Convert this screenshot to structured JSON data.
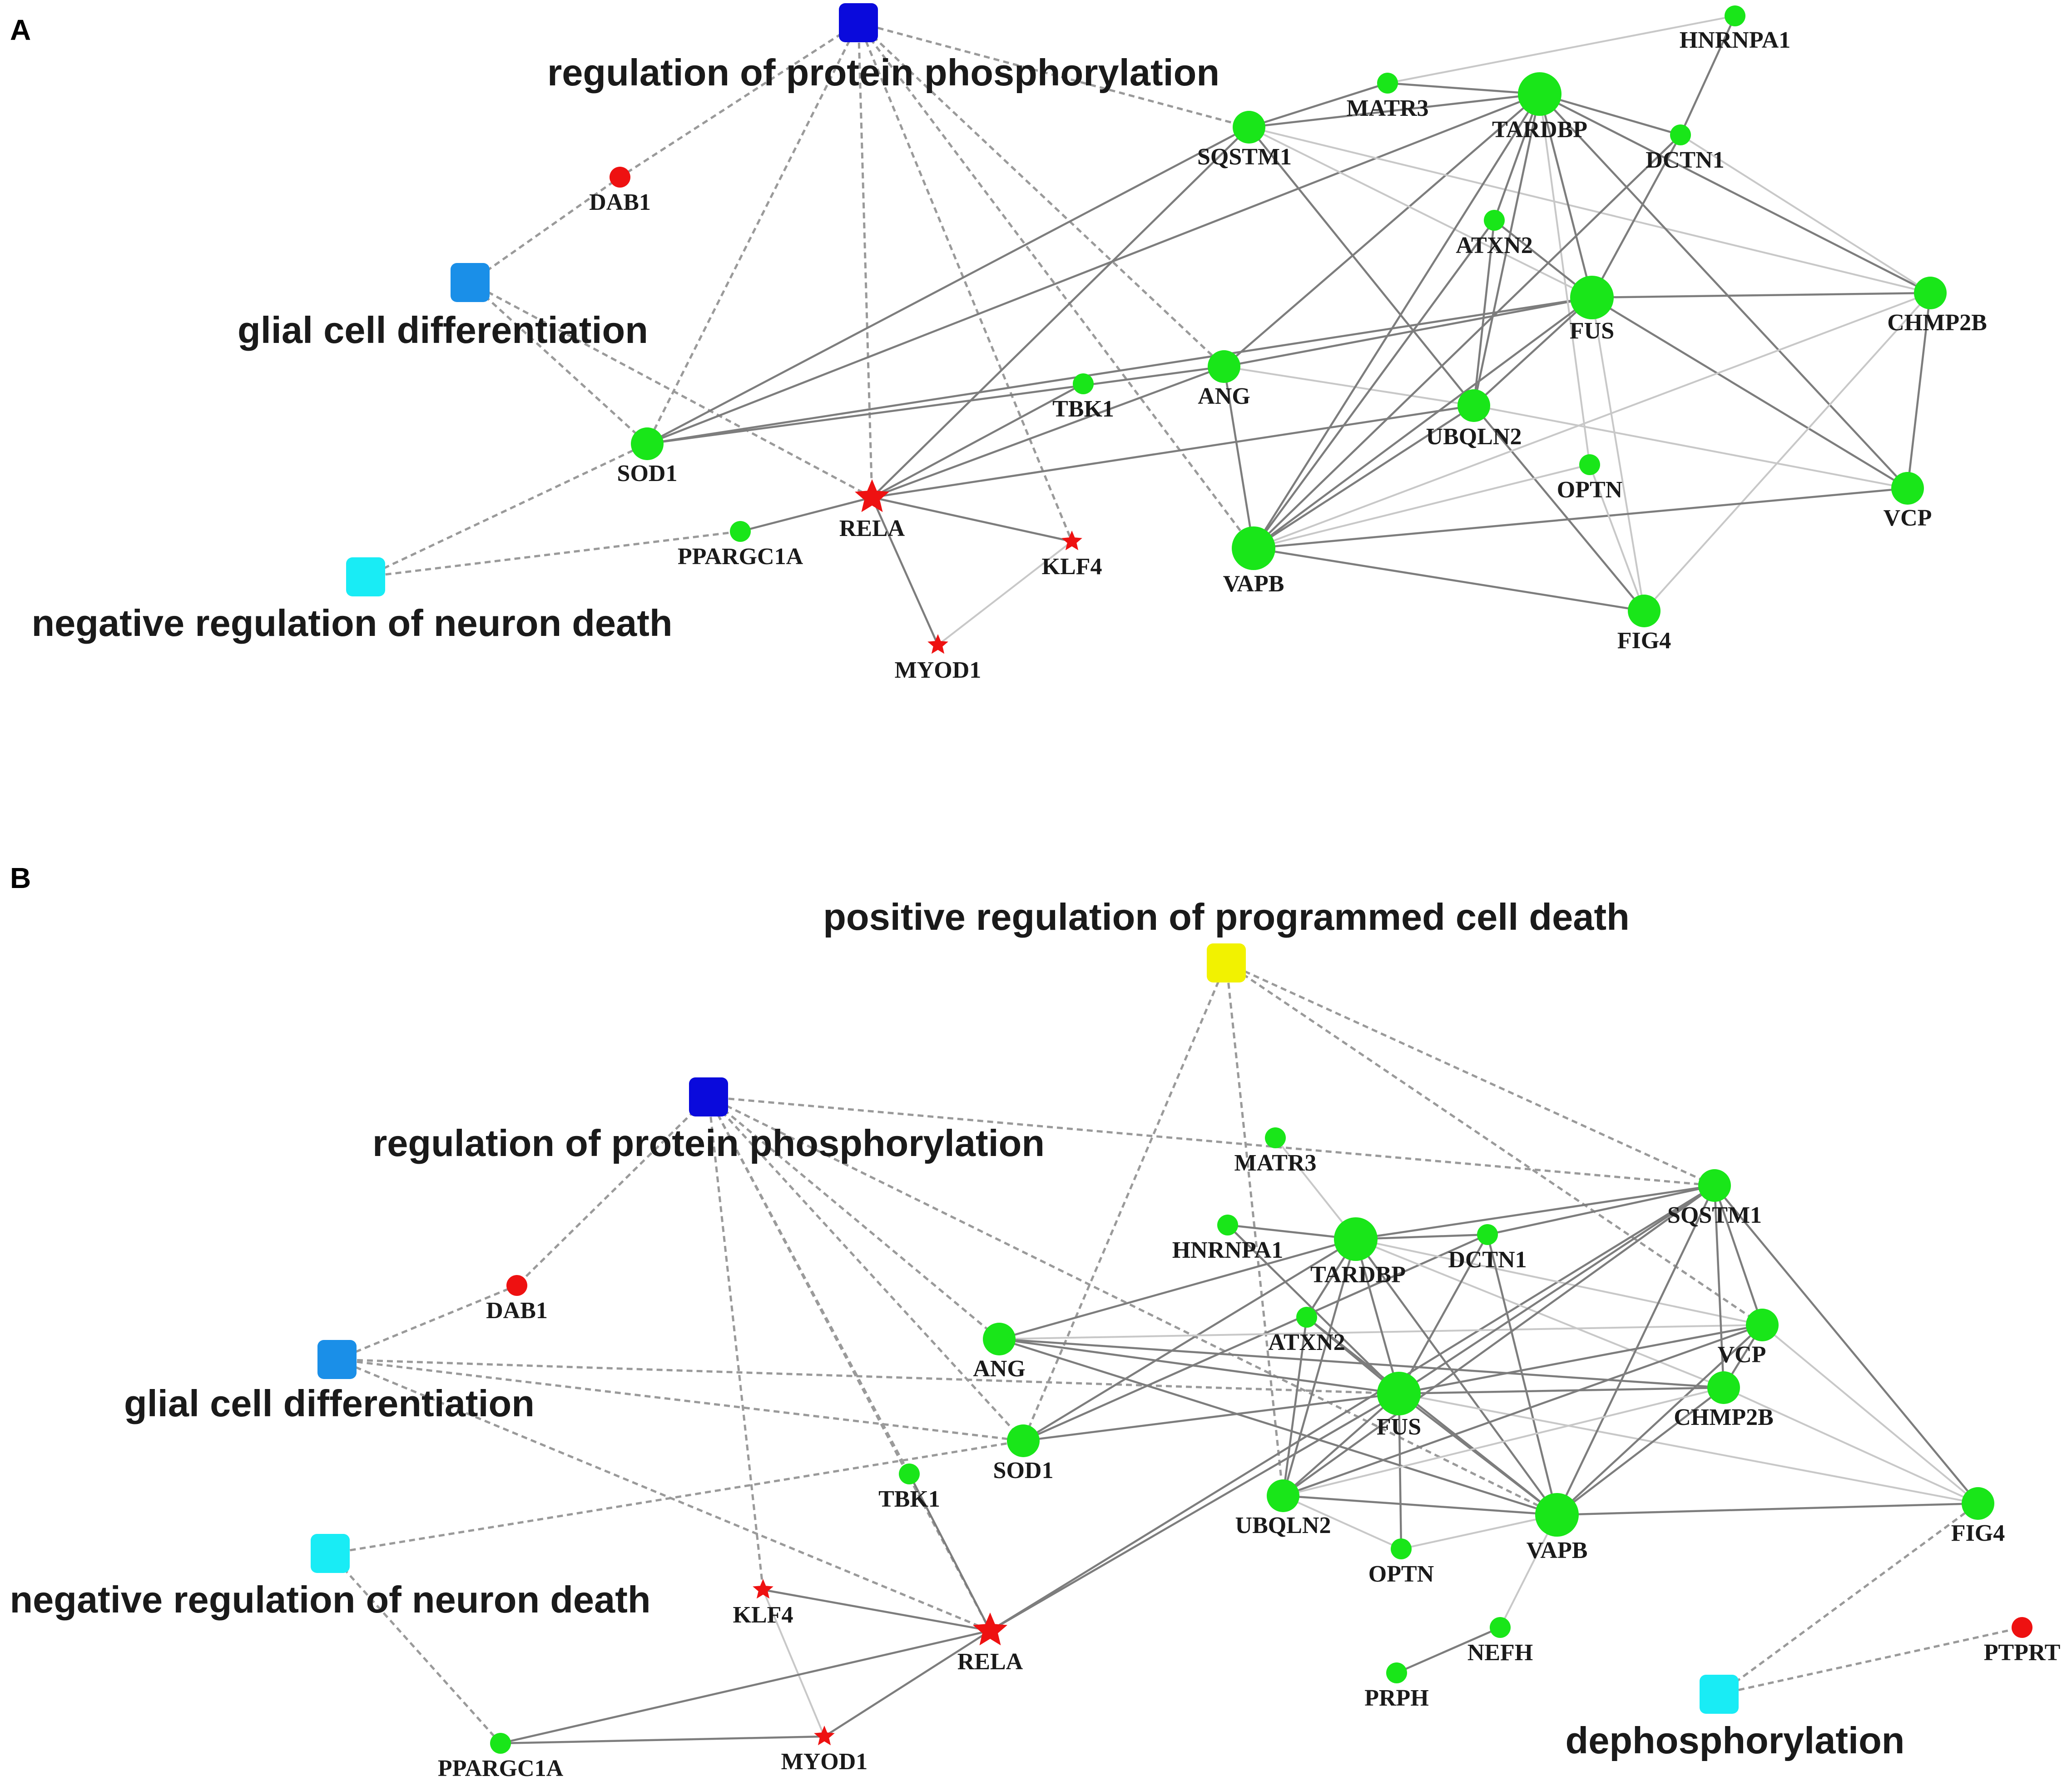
{
  "colors": {
    "green_node": "#19e619",
    "red_node": "#ee1111",
    "blue_term": "#0a0adc",
    "mid_blue_term": "#1a8fe8",
    "cyan_term": "#19ecf5",
    "yellow_term": "#f2f200"
  },
  "panels": [
    {
      "id": "A",
      "letter": "A",
      "nodes": [
        {
          "id": "t_rpp",
          "label": "regulation of protein phosphorylation",
          "kind": "term",
          "color": "blue_term"
        },
        {
          "id": "t_gcd",
          "label": "glial cell differentiation",
          "kind": "term",
          "color": "mid_blue_term"
        },
        {
          "id": "t_nrnd",
          "label": "negative regulation of neuron death",
          "kind": "term",
          "color": "cyan_term"
        },
        {
          "id": "DAB1",
          "label": "DAB1",
          "kind": "circle",
          "color": "red_node",
          "size": "s"
        },
        {
          "id": "SOD1",
          "label": "SOD1",
          "kind": "circle",
          "color": "green_node",
          "size": "m"
        },
        {
          "id": "PPARGC1A",
          "label": "PPARGC1A",
          "kind": "circle",
          "color": "green_node",
          "size": "s"
        },
        {
          "id": "RELA",
          "label": "RELA",
          "kind": "star",
          "color": "red_node",
          "size": "l"
        },
        {
          "id": "KLF4",
          "label": "KLF4",
          "kind": "star",
          "color": "red_node",
          "size": "s"
        },
        {
          "id": "MYOD1",
          "label": "MYOD1",
          "kind": "star",
          "color": "red_node",
          "size": "s"
        },
        {
          "id": "TBK1",
          "label": "TBK1",
          "kind": "circle",
          "color": "green_node",
          "size": "s"
        },
        {
          "id": "ANG",
          "label": "ANG",
          "kind": "circle",
          "color": "green_node",
          "size": "m"
        },
        {
          "id": "SQSTM1",
          "label": "SQSTM1",
          "kind": "circle",
          "color": "green_node",
          "size": "m"
        },
        {
          "id": "MATR3",
          "label": "MATR3",
          "kind": "circle",
          "color": "green_node",
          "size": "s"
        },
        {
          "id": "TARDBP",
          "label": "TARDBP",
          "kind": "circle",
          "color": "green_node",
          "size": "l"
        },
        {
          "id": "HNRNPA1",
          "label": "HNRNPA1",
          "kind": "circle",
          "color": "green_node",
          "size": "s"
        },
        {
          "id": "DCTN1",
          "label": "DCTN1",
          "kind": "circle",
          "color": "green_node",
          "size": "s"
        },
        {
          "id": "ATXN2",
          "label": "ATXN2",
          "kind": "circle",
          "color": "green_node",
          "size": "s"
        },
        {
          "id": "FUS",
          "label": "FUS",
          "kind": "circle",
          "color": "green_node",
          "size": "l"
        },
        {
          "id": "CHMP2B",
          "label": "CHMP2B",
          "kind": "circle",
          "color": "green_node",
          "size": "m"
        },
        {
          "id": "UBQLN2",
          "label": "UBQLN2",
          "kind": "circle",
          "color": "green_node",
          "size": "m"
        },
        {
          "id": "OPTN",
          "label": "OPTN",
          "kind": "circle",
          "color": "green_node",
          "size": "s"
        },
        {
          "id": "VCP",
          "label": "VCP",
          "kind": "circle",
          "color": "green_node",
          "size": "m"
        },
        {
          "id": "VAPB",
          "label": "VAPB",
          "kind": "circle",
          "color": "green_node",
          "size": "l"
        },
        {
          "id": "FIG4",
          "label": "FIG4",
          "kind": "circle",
          "color": "green_node",
          "size": "m"
        }
      ],
      "edges": [
        [
          "t_rpp",
          "DAB1",
          "term"
        ],
        [
          "t_rpp",
          "SOD1",
          "term"
        ],
        [
          "t_rpp",
          "RELA",
          "term"
        ],
        [
          "t_rpp",
          "KLF4",
          "term"
        ],
        [
          "t_rpp",
          "SQSTM1",
          "term"
        ],
        [
          "t_rpp",
          "ANG",
          "term"
        ],
        [
          "t_rpp",
          "VAPB",
          "term"
        ],
        [
          "t_gcd",
          "DAB1",
          "term"
        ],
        [
          "t_gcd",
          "SOD1",
          "term"
        ],
        [
          "t_gcd",
          "RELA",
          "term"
        ],
        [
          "t_nrnd",
          "SOD1",
          "term"
        ],
        [
          "t_nrnd",
          "PPARGC1A",
          "term"
        ],
        [
          "PPARGC1A",
          "RELA",
          "ppi"
        ],
        [
          "RELA",
          "KLF4",
          "ppi"
        ],
        [
          "RELA",
          "MYOD1",
          "ppi"
        ],
        [
          "KLF4",
          "MYOD1",
          "light"
        ],
        [
          "RELA",
          "SQSTM1",
          "ppi"
        ],
        [
          "RELA",
          "TBK1",
          "ppi"
        ],
        [
          "RELA",
          "ANG",
          "ppi"
        ],
        [
          "RELA",
          "UBQLN2",
          "ppi"
        ],
        [
          "SOD1",
          "SQSTM1",
          "ppi"
        ],
        [
          "SOD1",
          "TARDBP",
          "ppi"
        ],
        [
          "SOD1",
          "ANG",
          "ppi"
        ],
        [
          "SOD1",
          "FUS",
          "ppi"
        ],
        [
          "ANG",
          "VAPB",
          "ppi"
        ],
        [
          "ANG",
          "UBQLN2",
          "light"
        ],
        [
          "ANG",
          "FUS",
          "ppi"
        ],
        [
          "ANG",
          "TARDBP",
          "ppi"
        ],
        [
          "SQSTM1",
          "MATR3",
          "ppi"
        ],
        [
          "SQSTM1",
          "TARDBP",
          "ppi"
        ],
        [
          "SQSTM1",
          "UBQLN2",
          "ppi"
        ],
        [
          "SQSTM1",
          "FUS",
          "light"
        ],
        [
          "SQSTM1",
          "CHMP2B",
          "light"
        ],
        [
          "MATR3",
          "TARDBP",
          "ppi"
        ],
        [
          "MATR3",
          "HNRNPA1",
          "light"
        ],
        [
          "HNRNPA1",
          "DCTN1",
          "ppi"
        ],
        [
          "TARDBP",
          "DCTN1",
          "ppi"
        ],
        [
          "TARDBP",
          "ATXN2",
          "ppi"
        ],
        [
          "TARDBP",
          "FUS",
          "ppi"
        ],
        [
          "TARDBP",
          "UBQLN2",
          "ppi"
        ],
        [
          "TARDBP",
          "VAPB",
          "ppi"
        ],
        [
          "TARDBP",
          "CHMP2B",
          "ppi"
        ],
        [
          "TARDBP",
          "VCP",
          "ppi"
        ],
        [
          "TARDBP",
          "OPTN",
          "light"
        ],
        [
          "DCTN1",
          "CHMP2B",
          "light"
        ],
        [
          "DCTN1",
          "VAPB",
          "ppi"
        ],
        [
          "DCTN1",
          "FUS",
          "ppi"
        ],
        [
          "ATXN2",
          "FUS",
          "ppi"
        ],
        [
          "ATXN2",
          "UBQLN2",
          "ppi"
        ],
        [
          "ATXN2",
          "VAPB",
          "ppi"
        ],
        [
          "FUS",
          "CHMP2B",
          "ppi"
        ],
        [
          "FUS",
          "VCP",
          "ppi"
        ],
        [
          "FUS",
          "VAPB",
          "ppi"
        ],
        [
          "FUS",
          "UBQLN2",
          "ppi"
        ],
        [
          "FUS",
          "FIG4",
          "light"
        ],
        [
          "UBQLN2",
          "VAPB",
          "ppi"
        ],
        [
          "UBQLN2",
          "FIG4",
          "ppi"
        ],
        [
          "UBQLN2",
          "VCP",
          "light"
        ],
        [
          "CHMP2B",
          "VCP",
          "ppi"
        ],
        [
          "CHMP2B",
          "VAPB",
          "light"
        ],
        [
          "CHMP2B",
          "FIG4",
          "light"
        ],
        [
          "VAPB",
          "VCP",
          "ppi"
        ],
        [
          "VAPB",
          "FIG4",
          "ppi"
        ],
        [
          "VAPB",
          "OPTN",
          "light"
        ],
        [
          "OPTN",
          "FIG4",
          "light"
        ]
      ]
    },
    {
      "id": "B",
      "letter": "B",
      "nodes": [
        {
          "id": "t_prpcd",
          "label": "positive regulation of programmed cell death",
          "kind": "term",
          "color": "yellow_term"
        },
        {
          "id": "t_rpp",
          "label": "regulation of protein phosphorylation",
          "kind": "term",
          "color": "blue_term"
        },
        {
          "id": "t_gcd",
          "label": "glial cell differentiation",
          "kind": "term",
          "color": "mid_blue_term"
        },
        {
          "id": "t_nrnd",
          "label": "negative regulation of neuron death",
          "kind": "term",
          "color": "cyan_term"
        },
        {
          "id": "t_deph",
          "label": "dephosphorylation",
          "kind": "term",
          "color": "cyan_term"
        },
        {
          "id": "DAB1",
          "label": "DAB1",
          "kind": "circle",
          "color": "red_node",
          "size": "s"
        },
        {
          "id": "ANG",
          "label": "ANG",
          "kind": "circle",
          "color": "green_node",
          "size": "m"
        },
        {
          "id": "SOD1",
          "label": "SOD1",
          "kind": "circle",
          "color": "green_node",
          "size": "m"
        },
        {
          "id": "TBK1",
          "label": "TBK1",
          "kind": "circle",
          "color": "green_node",
          "size": "s"
        },
        {
          "id": "KLF4",
          "label": "KLF4",
          "kind": "star",
          "color": "red_node",
          "size": "s"
        },
        {
          "id": "RELA",
          "label": "RELA",
          "kind": "star",
          "color": "red_node",
          "size": "l"
        },
        {
          "id": "MYOD1",
          "label": "MYOD1",
          "kind": "star",
          "color": "red_node",
          "size": "s"
        },
        {
          "id": "PPARGC1A",
          "label": "PPARGC1A",
          "kind": "circle",
          "color": "green_node",
          "size": "s"
        },
        {
          "id": "MATR3",
          "label": "MATR3",
          "kind": "circle",
          "color": "green_node",
          "size": "s"
        },
        {
          "id": "HNRNPA1",
          "label": "HNRNPA1",
          "kind": "circle",
          "color": "green_node",
          "size": "s"
        },
        {
          "id": "TARDBP",
          "label": "TARDBP",
          "kind": "circle",
          "color": "green_node",
          "size": "l"
        },
        {
          "id": "DCTN1",
          "label": "DCTN1",
          "kind": "circle",
          "color": "green_node",
          "size": "s"
        },
        {
          "id": "ATXN2",
          "label": "ATXN2",
          "kind": "circle",
          "color": "green_node",
          "size": "s"
        },
        {
          "id": "FUS",
          "label": "FUS",
          "kind": "circle",
          "color": "green_node",
          "size": "l"
        },
        {
          "id": "SQSTM1",
          "label": "SQSTM1",
          "kind": "circle",
          "color": "green_node",
          "size": "m"
        },
        {
          "id": "VCP",
          "label": "VCP",
          "kind": "circle",
          "color": "green_node",
          "size": "m"
        },
        {
          "id": "CHMP2B",
          "label": "CHMP2B",
          "kind": "circle",
          "color": "green_node",
          "size": "m"
        },
        {
          "id": "UBQLN2",
          "label": "UBQLN2",
          "kind": "circle",
          "color": "green_node",
          "size": "m"
        },
        {
          "id": "OPTN",
          "label": "OPTN",
          "kind": "circle",
          "color": "green_node",
          "size": "s"
        },
        {
          "id": "VAPB",
          "label": "VAPB",
          "kind": "circle",
          "color": "green_node",
          "size": "l"
        },
        {
          "id": "FIG4",
          "label": "FIG4",
          "kind": "circle",
          "color": "green_node",
          "size": "m"
        },
        {
          "id": "NEFH",
          "label": "NEFH",
          "kind": "circle",
          "color": "green_node",
          "size": "s"
        },
        {
          "id": "PRPH",
          "label": "PRPH",
          "kind": "circle",
          "color": "green_node",
          "size": "s"
        },
        {
          "id": "PTPRT",
          "label": "PTPRT",
          "kind": "circle",
          "color": "red_node",
          "size": "s"
        }
      ],
      "edges": [
        [
          "t_prpcd",
          "SOD1",
          "term"
        ],
        [
          "t_prpcd",
          "SQSTM1",
          "term"
        ],
        [
          "t_prpcd",
          "VCP",
          "term"
        ],
        [
          "t_prpcd",
          "UBQLN2",
          "term"
        ],
        [
          "t_rpp",
          "DAB1",
          "term"
        ],
        [
          "t_rpp",
          "ANG",
          "term"
        ],
        [
          "t_rpp",
          "SOD1",
          "term"
        ],
        [
          "t_rpp",
          "TBK1",
          "term"
        ],
        [
          "t_rpp",
          "KLF4",
          "term"
        ],
        [
          "t_rpp",
          "RELA",
          "term"
        ],
        [
          "t_rpp",
          "SQSTM1",
          "term"
        ],
        [
          "t_rpp",
          "VAPB",
          "term"
        ],
        [
          "t_gcd",
          "DAB1",
          "term"
        ],
        [
          "t_gcd",
          "SOD1",
          "term"
        ],
        [
          "t_gcd",
          "RELA",
          "term"
        ],
        [
          "t_gcd",
          "FUS",
          "term"
        ],
        [
          "t_nrnd",
          "SOD1",
          "term"
        ],
        [
          "t_nrnd",
          "PPARGC1A",
          "term"
        ],
        [
          "t_deph",
          "FIG4",
          "term"
        ],
        [
          "t_deph",
          "PTPRT",
          "term"
        ],
        [
          "TBK1",
          "RELA",
          "ppi"
        ],
        [
          "KLF4",
          "RELA",
          "ppi"
        ],
        [
          "KLF4",
          "MYOD1",
          "light"
        ],
        [
          "RELA",
          "MYOD1",
          "ppi"
        ],
        [
          "RELA",
          "PPARGC1A",
          "ppi"
        ],
        [
          "PPARGC1A",
          "MYOD1",
          "ppi"
        ],
        [
          "RELA",
          "SQSTM1",
          "ppi"
        ],
        [
          "RELA",
          "FUS",
          "ppi"
        ],
        [
          "SOD1",
          "TARDBP",
          "ppi"
        ],
        [
          "SOD1",
          "FUS",
          "ppi"
        ],
        [
          "SOD1",
          "DCTN1",
          "ppi"
        ],
        [
          "ANG",
          "TARDBP",
          "ppi"
        ],
        [
          "ANG",
          "FUS",
          "ppi"
        ],
        [
          "ANG",
          "VAPB",
          "ppi"
        ],
        [
          "ANG",
          "VCP",
          "light"
        ],
        [
          "ANG",
          "CHMP2B",
          "ppi"
        ],
        [
          "MATR3",
          "TARDBP",
          "light"
        ],
        [
          "HNRNPA1",
          "TARDBP",
          "ppi"
        ],
        [
          "HNRNPA1",
          "FUS",
          "ppi"
        ],
        [
          "TARDBP",
          "DCTN1",
          "ppi"
        ],
        [
          "TARDBP",
          "ATXN2",
          "ppi"
        ],
        [
          "TARDBP",
          "FUS",
          "ppi"
        ],
        [
          "TARDBP",
          "VAPB",
          "ppi"
        ],
        [
          "TARDBP",
          "UBQLN2",
          "ppi"
        ],
        [
          "TARDBP",
          "SQSTM1",
          "ppi"
        ],
        [
          "TARDBP",
          "CHMP2B",
          "light"
        ],
        [
          "TARDBP",
          "VCP",
          "light"
        ],
        [
          "DCTN1",
          "VAPB",
          "ppi"
        ],
        [
          "DCTN1",
          "SQSTM1",
          "ppi"
        ],
        [
          "DCTN1",
          "FUS",
          "ppi"
        ],
        [
          "ATXN2",
          "FUS",
          "ppi"
        ],
        [
          "ATXN2",
          "UBQLN2",
          "ppi"
        ],
        [
          "ATXN2",
          "VAPB",
          "ppi"
        ],
        [
          "FUS",
          "VAPB",
          "ppi"
        ],
        [
          "FUS",
          "UBQLN2",
          "ppi"
        ],
        [
          "FUS",
          "OPTN",
          "ppi"
        ],
        [
          "FUS",
          "SQSTM1",
          "ppi"
        ],
        [
          "FUS",
          "VCP",
          "ppi"
        ],
        [
          "FUS",
          "CHMP2B",
          "ppi"
        ],
        [
          "FUS",
          "FIG4",
          "light"
        ],
        [
          "SQSTM1",
          "VCP",
          "ppi"
        ],
        [
          "SQSTM1",
          "CHMP2B",
          "ppi"
        ],
        [
          "SQSTM1",
          "FIG4",
          "ppi"
        ],
        [
          "SQSTM1",
          "UBQLN2",
          "ppi"
        ],
        [
          "SQSTM1",
          "VAPB",
          "ppi"
        ],
        [
          "VCP",
          "CHMP2B",
          "ppi"
        ],
        [
          "VCP",
          "VAPB",
          "ppi"
        ],
        [
          "VCP",
          "UBQLN2",
          "ppi"
        ],
        [
          "VCP",
          "FIG4",
          "light"
        ],
        [
          "CHMP2B",
          "VAPB",
          "ppi"
        ],
        [
          "CHMP2B",
          "FIG4",
          "light"
        ],
        [
          "CHMP2B",
          "UBQLN2",
          "light"
        ],
        [
          "UBQLN2",
          "VAPB",
          "ppi"
        ],
        [
          "UBQLN2",
          "OPTN",
          "light"
        ],
        [
          "VAPB",
          "FIG4",
          "ppi"
        ],
        [
          "VAPB",
          "NEFH",
          "light"
        ],
        [
          "VAPB",
          "OPTN",
          "light"
        ],
        [
          "NEFH",
          "PRPH",
          "ppi"
        ]
      ]
    }
  ]
}
